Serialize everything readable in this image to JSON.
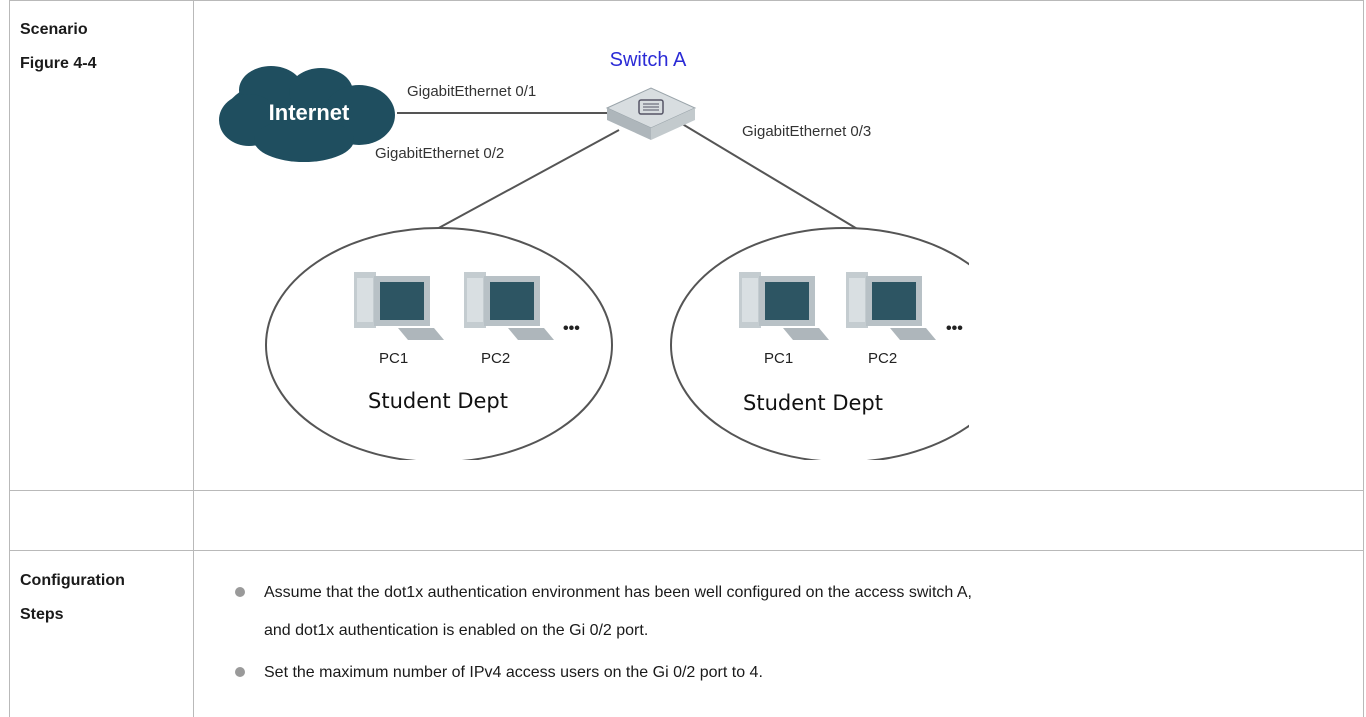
{
  "rows": {
    "scenario": {
      "label_line1": "Scenario",
      "label_line2": "Figure 4-4"
    },
    "empty": {
      "label": ""
    },
    "config": {
      "label_line1": "Configuration",
      "label_line2": "Steps",
      "steps": [
        {
          "line1": "Assume that the dot1x authentication environment has been well configured on the access switch A,",
          "line2": "and dot1x authentication is enabled on the Gi 0/2 port."
        },
        {
          "line1": "Set the maximum number of IPv4 access users on the Gi 0/2 port to 4.",
          "line2": ""
        }
      ]
    }
  },
  "diagram": {
    "switch_label": "Switch A",
    "internet_label": "Internet",
    "port_0_1": "GigabitEthernet 0/1",
    "port_0_2": "GigabitEthernet 0/2",
    "port_0_3": "GigabitEthernet 0/3",
    "left_group": {
      "pc1": "PC1",
      "pc2": "PC2",
      "ellipsis": "•••",
      "dept": "Student Dept"
    },
    "right_group": {
      "pc1": "PC1",
      "pc2": "PC2",
      "ellipsis": "•••",
      "dept": "Student Dept"
    },
    "colors": {
      "switch_label": "#2b2bd6",
      "cloud": "#1f4e5f",
      "pc_body": "#2d5563",
      "pc_frame": "#b8c1c6"
    }
  }
}
